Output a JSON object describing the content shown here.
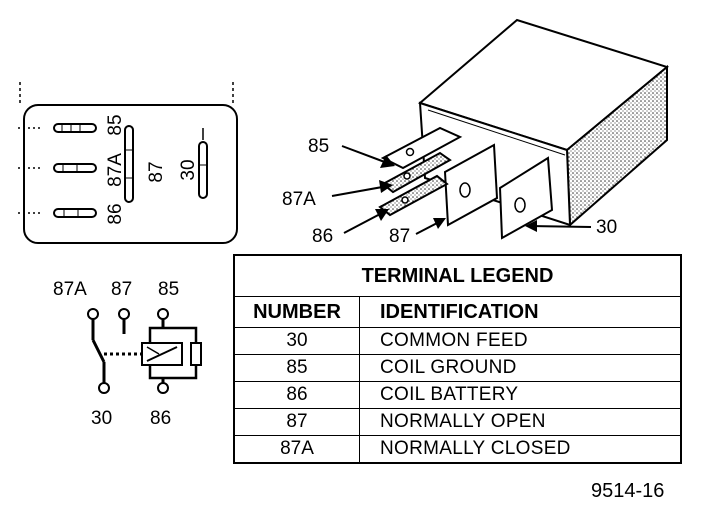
{
  "terminals": {
    "t30": "30",
    "t85": "85",
    "t86": "86",
    "t87": "87",
    "t87a": "87A"
  },
  "legend": {
    "title": "TERMINAL LEGEND",
    "header_number": "NUMBER",
    "header_identification": "IDENTIFICATION",
    "rows": [
      {
        "number": "30",
        "identification": "COMMON FEED"
      },
      {
        "number": "85",
        "identification": "COIL GROUND"
      },
      {
        "number": "86",
        "identification": "COIL BATTERY"
      },
      {
        "number": "87",
        "identification": "NORMALLY OPEN"
      },
      {
        "number": "87A",
        "identification": "NORMALLY CLOSED"
      }
    ]
  },
  "figure_number": "9514-16",
  "icons": [
    "relay-connector-icon",
    "relay-body-icon",
    "relay-schematic-icon"
  ]
}
